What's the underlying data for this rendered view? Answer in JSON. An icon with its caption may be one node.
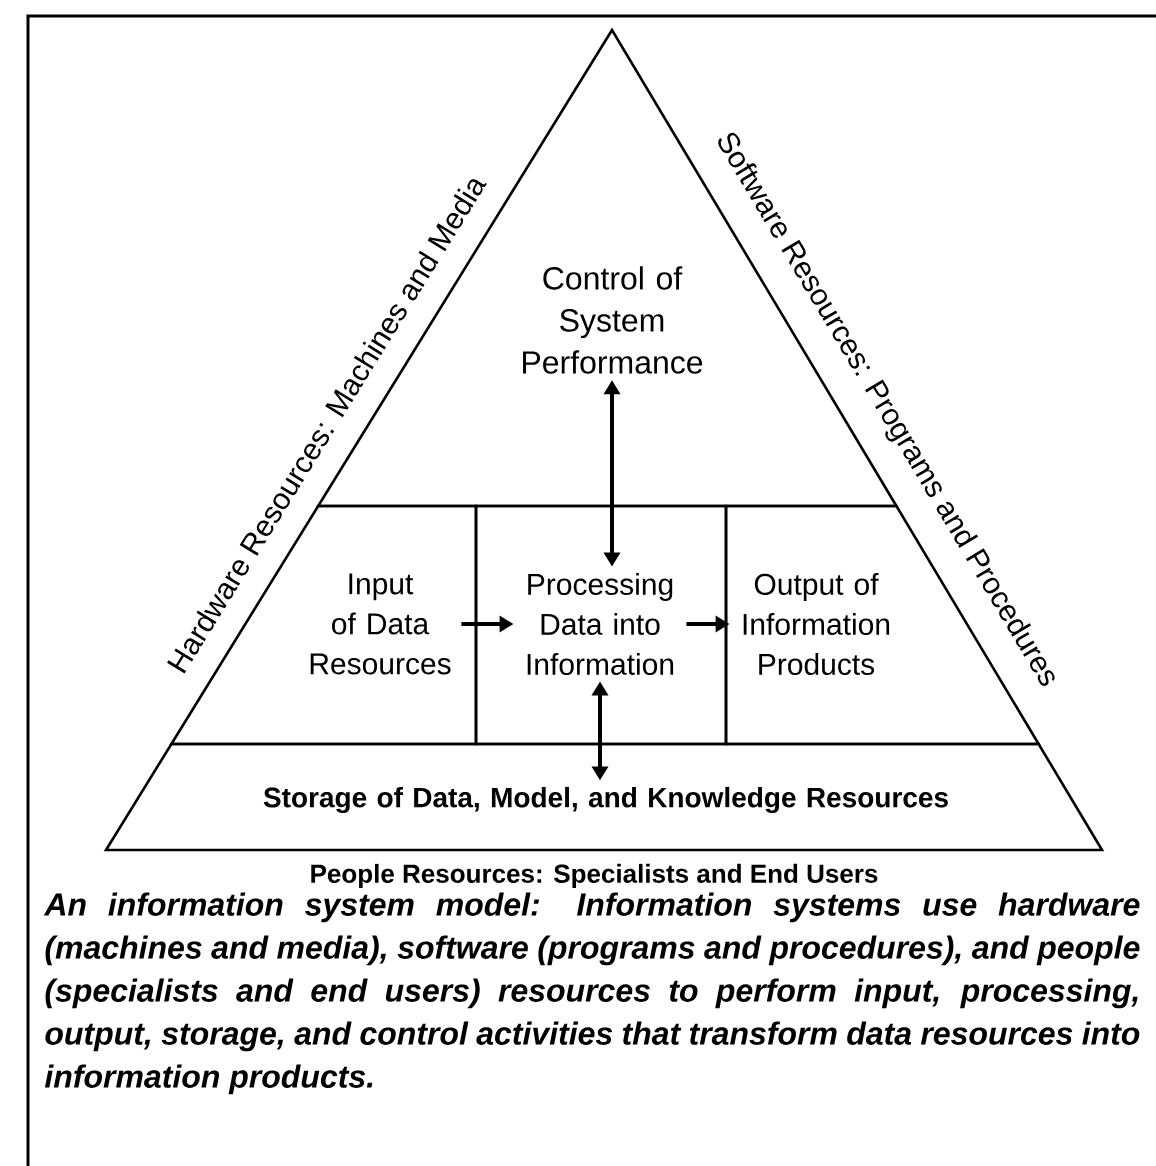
{
  "diagram": {
    "caption": "An information system model: Information systems use hardware (machines and media), software (programs and procedures), and people (specialists and end users) resources to perform input, processing, output, storage, and control activities that transform data resources into information products.",
    "nodes": [
      {
        "text": [
          "Control of System Performance"
        ]
      },
      {
        "text": [
          "Input of Data Resources"
        ]
      },
      {
        "text": [
          "Processing Data into Information"
        ]
      },
      {
        "text": [
          "Output of Information Products"
        ]
      },
      {
        "text": [
          "Storage of Data, Model, and Knowledge Resources"
        ]
      }
    ],
    "edges": [
      {
        "from": 0,
        "to": 2,
        "arrow": "both"
      },
      {
        "from": 1,
        "to": 2,
        "arrow": "to"
      },
      {
        "from": 2,
        "to": 3,
        "arrow": "to"
      },
      {
        "from": 2,
        "to": 4,
        "arrow": "both"
      }
    ],
    "labels": [
      "Hardware Resources: Machines and Media",
      "Software Resources: Programs and Procedures",
      "People Resources: Specialists and End Users"
    ]
  }
}
